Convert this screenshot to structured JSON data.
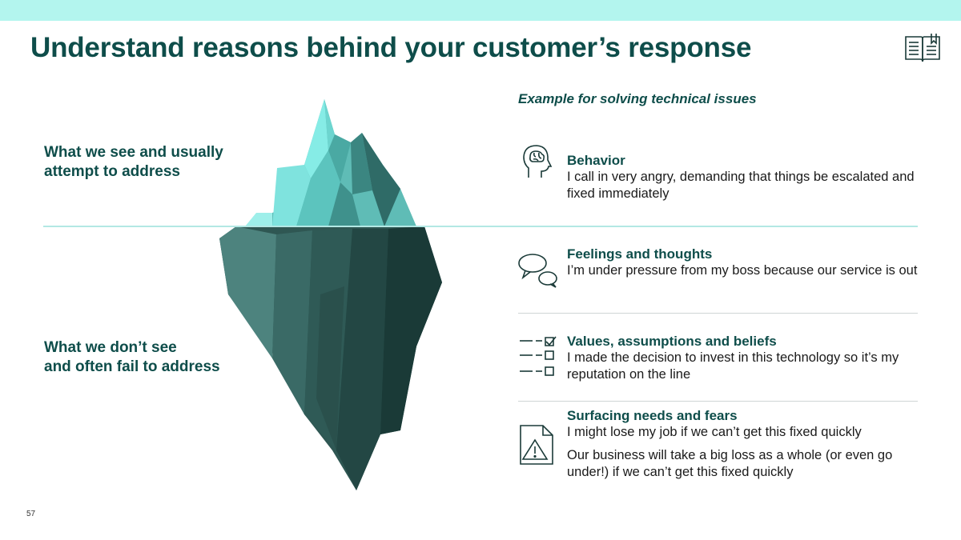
{
  "slide": {
    "title": "Understand reasons behind your customer’s response",
    "page_number": "57",
    "icons": {
      "corner": "book-icon"
    }
  },
  "left": {
    "above_line1": "What we see and usually",
    "above_line2": "attempt to address",
    "below_line1": "What we don’t see",
    "below_line2": "and often fail to address"
  },
  "example": {
    "title": "Example for solving technical issues",
    "items": [
      {
        "icon": "head-brain-icon",
        "heading": "Behavior",
        "text": "I call in very angry, demanding that things be escalated and fixed immediately"
      },
      {
        "icon": "speech-bubbles-icon",
        "heading": "Feelings and thoughts",
        "text": "I’m under pressure from my boss because our service is out"
      },
      {
        "icon": "checklist-icon",
        "heading": "Values, assumptions and beliefs",
        "text": "I made the decision to invest in this technology so it’s my reputation on the line"
      },
      {
        "icon": "warning-document-icon",
        "heading": "Surfacing needs and fears",
        "text": "I might lose my job if we can’t get this fixed quickly",
        "text2": "Our business will take a big loss as a whole (or even go under!) if we can’t get this fixed quickly"
      }
    ]
  },
  "colors": {
    "top_bar": "#b3f5ee",
    "heading": "#0e4d4a",
    "ice_top": "#7fe3de",
    "ice_bottom": "#2f5753"
  }
}
